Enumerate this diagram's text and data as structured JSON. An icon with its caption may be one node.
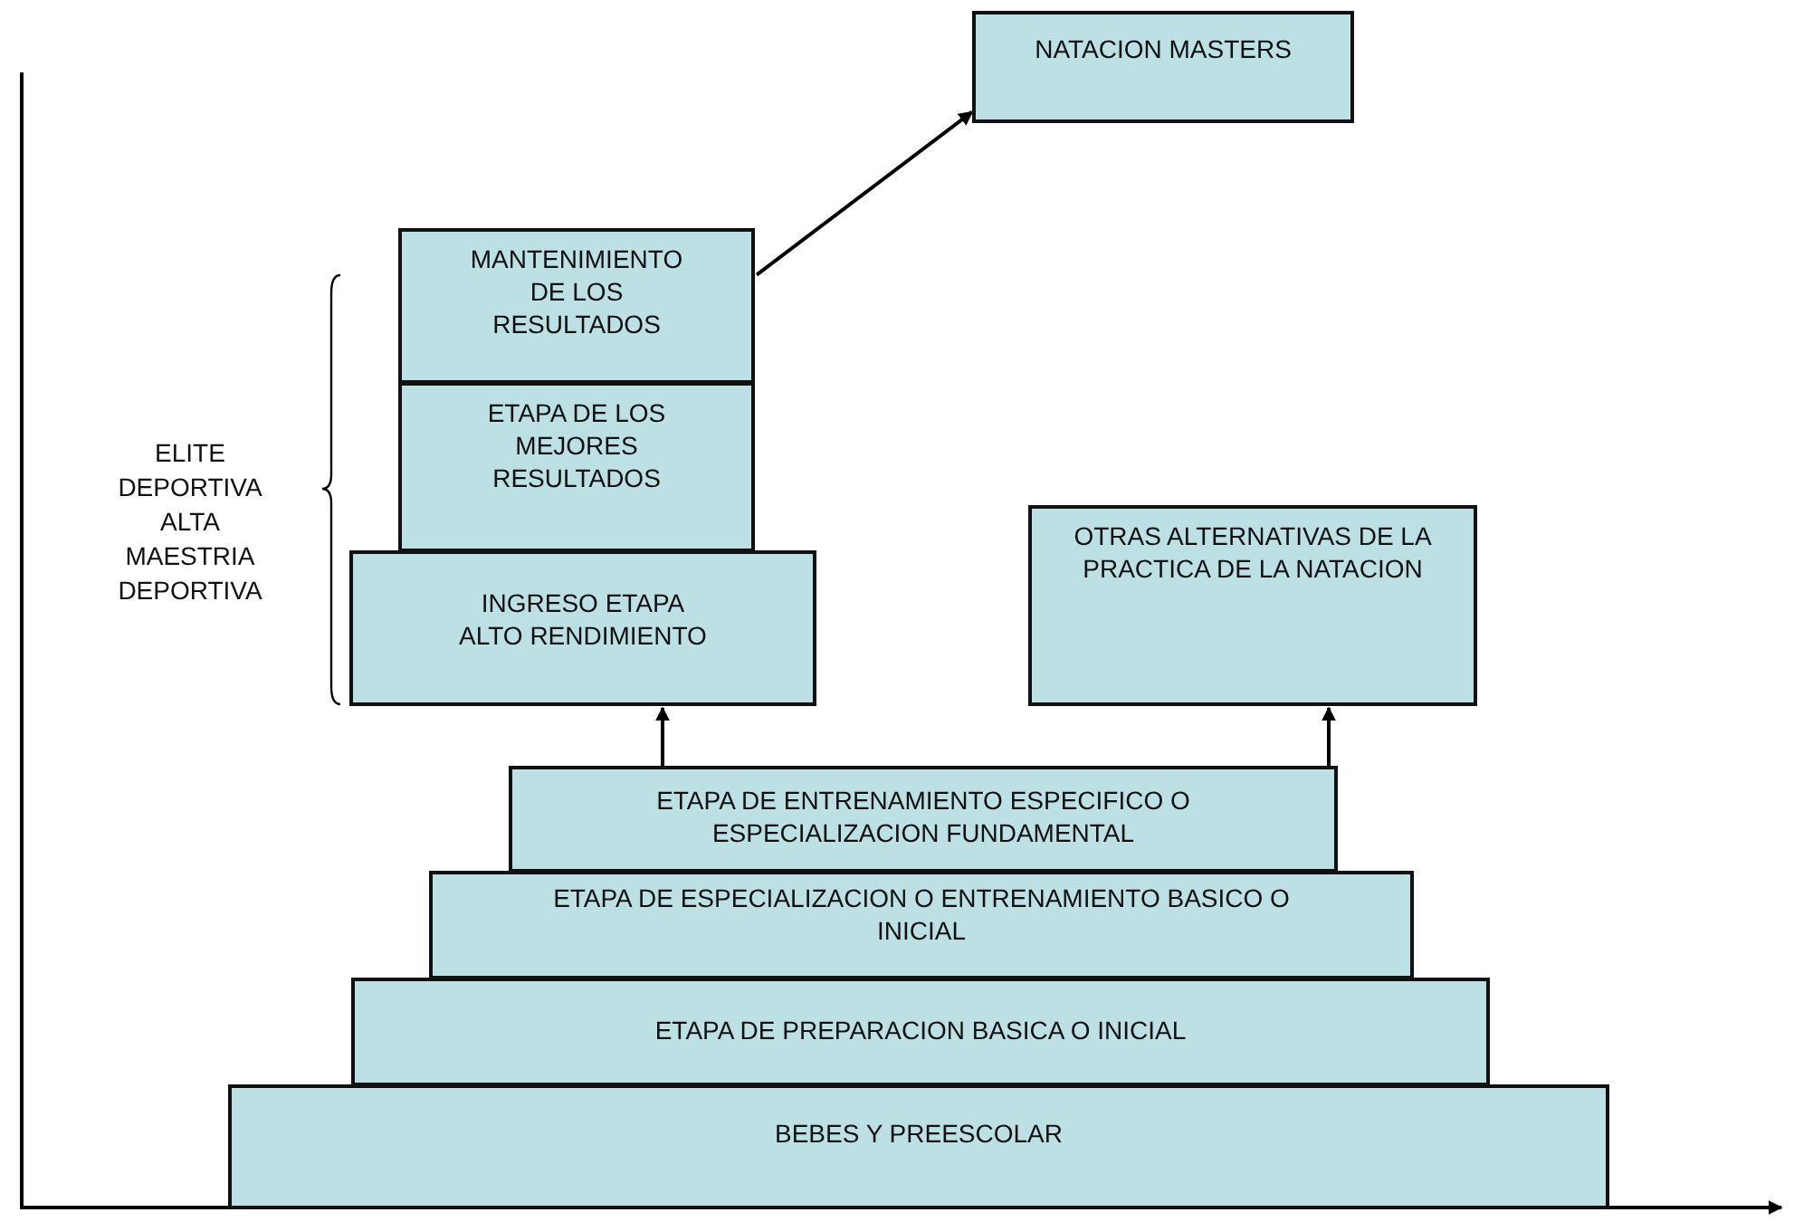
{
  "diagram": {
    "nodes": [
      {
        "text": [
          "NATACION MASTERS"
        ]
      },
      {
        "text": [
          "MANTENIMIENTO DE LOS RESULTADOS"
        ]
      },
      {
        "text": [
          "ETAPA DE LOS MEJORES RESULTADOS"
        ]
      },
      {
        "text": [
          "INGRESO ETAPA ALTO RENDIMIENTO"
        ]
      },
      {
        "text": [
          "OTRAS ALTERNATIVAS DE LA PRACTICA DE LA NATACION"
        ]
      },
      {
        "text": [
          "ETAPA DE ENTRENAMIENTO ESPECIFICO O ESPECIALIZACION FUNDAMENTAL"
        ]
      },
      {
        "text": [
          "ETAPA DE ESPECIALIZACION O ENTRENAMIENTO BASICO O INICIAL"
        ]
      },
      {
        "text": [
          "ETAPA DE PREPARACION BASICA O INICIAL"
        ]
      },
      {
        "text": [
          "BEBES Y PREESCOLAR"
        ]
      }
    ],
    "edges": [
      {
        "from": 1,
        "to": 0,
        "arrow": "to"
      },
      {
        "from": 5,
        "to": 3,
        "arrow": "to"
      },
      {
        "from": 5,
        "to": 4,
        "arrow": "to"
      }
    ],
    "labels": [
      "ELITE DEPORTIVA ALTA MAESTRIA DEPORTIVA"
    ]
  }
}
